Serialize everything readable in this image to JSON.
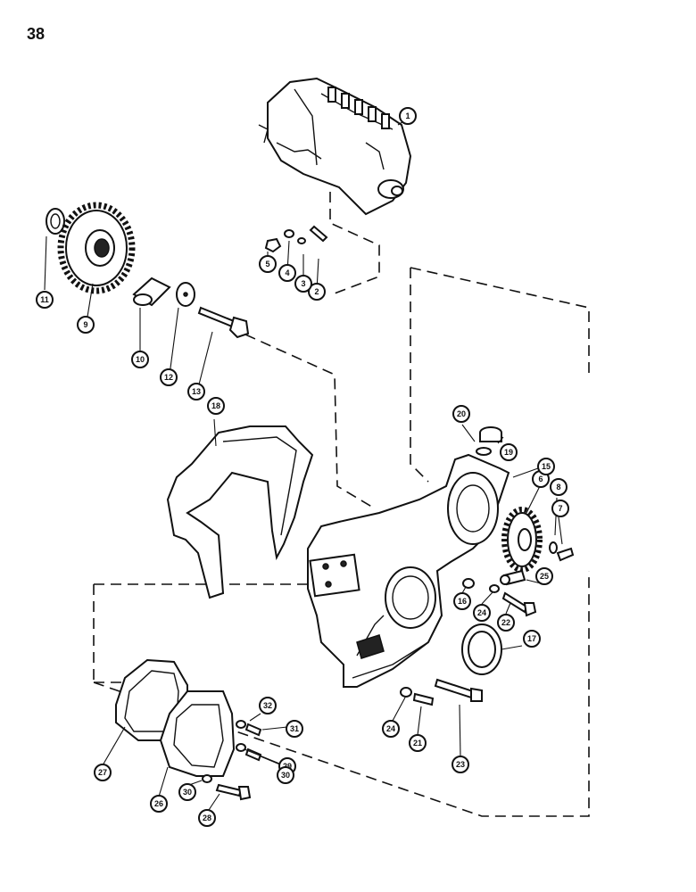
{
  "page": {
    "number": "38"
  },
  "callouts": [
    "1",
    "2",
    "3",
    "4",
    "5",
    "6",
    "7",
    "8",
    "9",
    "10",
    "11",
    "12",
    "13",
    "15",
    "16",
    "17",
    "18",
    "19",
    "20",
    "21",
    "22",
    "23",
    "24",
    "24",
    "25",
    "26",
    "27",
    "28",
    "29",
    "30",
    "30",
    "31",
    "32"
  ],
  "colors": {
    "ink": "#111111",
    "paper": "#ffffff"
  }
}
